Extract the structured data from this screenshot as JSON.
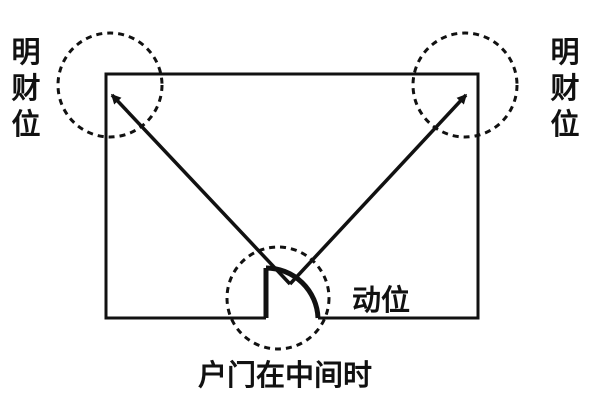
{
  "labels": {
    "wealth_left": "明\n财\n位",
    "wealth_right": "明\n财\n位",
    "moving_position": "动位",
    "caption": "户门在中间时"
  },
  "colors": {
    "line": "#111111",
    "background": "#ffffff"
  }
}
